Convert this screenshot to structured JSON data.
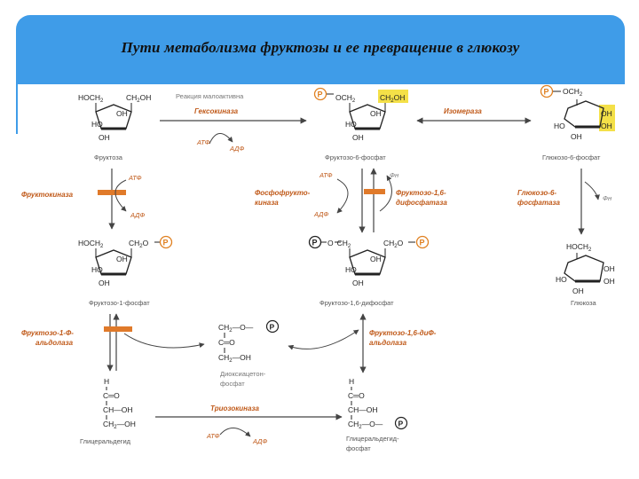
{
  "title": "Пути метаболизма фруктозы и ее превращение в глюкозу",
  "colors": {
    "header": "#3f9ce8",
    "enzyme": "#c05a1a",
    "block": "#e07a2a",
    "highlight": "#f4e048"
  },
  "molecules": {
    "fructose": {
      "caption": "Фруктоза",
      "g1": "HOCH",
      "g1s": "2",
      "g6": "CH",
      "g6s": "2",
      "g6t": "OH",
      "oh_a": "OH",
      "ho": "HO",
      "oh_b": "OH"
    },
    "f6p": {
      "caption": "Фруктозо-6-фосфат",
      "p": "P",
      "g6": "OCH",
      "g6s": "2",
      "g1": "CH",
      "g1s": "2",
      "g1t": "OH",
      "oh_a": "OH",
      "ho": "HO",
      "oh_b": "OH"
    },
    "g6p": {
      "caption": "Глюкозо-6-фосфат",
      "p": "P",
      "g": "OCH",
      "gs": "2",
      "oh1": "OH",
      "oh2": "OH",
      "ho": "HO",
      "oh3": "OH"
    },
    "f1p": {
      "caption": "Фруктозо-1-фосфат",
      "g6": "HOCH",
      "g6s": "2",
      "g1": "CH",
      "g1s": "2",
      "g1t": "O",
      "p": "P",
      "oh_a": "OH",
      "ho": "HO",
      "oh_b": "OH"
    },
    "f16bp": {
      "caption": "Фруктозо-1,6-дифосфат",
      "p1": "P",
      "g6a": "O",
      "g6b": "CH",
      "g6s": "2",
      "g1": "CH",
      "g1s": "2",
      "g1t": "O",
      "p2": "P",
      "oh_a": "OH",
      "ho": "HO",
      "oh_b": "OH"
    },
    "glucose": {
      "caption": "Глюкоза",
      "g": "HOCH",
      "gs": "2",
      "oh1": "OH",
      "oh2": "OH",
      "ho": "HO",
      "oh3": "OH"
    },
    "dhap": {
      "caption1": "Диоксиацетон-",
      "caption2": "фосфат",
      "l1": "CH",
      "l1s": "2",
      "l1t": "O",
      "p": "P",
      "l2": "C═O",
      "l3": "CH",
      "l3s": "2",
      "l3t": "OH"
    },
    "glyceraldehyde": {
      "caption": "Глицеральдегид",
      "h": "H",
      "l1": "C═O",
      "l2": "CH—OH",
      "l3": "CH",
      "l3s": "2",
      "l3t": "OH"
    },
    "ga3p": {
      "caption1": "Глицеральдегид-",
      "caption2": "фосфат",
      "h": "H",
      "l1": "C═O",
      "l2": "CH—OH",
      "l3": "CH",
      "l3s": "2",
      "l3t": "O",
      "p": "P"
    }
  },
  "labels": {
    "low_activity": "Реакция малоактивна",
    "hexokinase": "Гексокиназа",
    "hex_atp": "АТФ",
    "hex_adp": "АДФ",
    "isomerase": "Изомераза",
    "fructokinase": "Фруктокиназа",
    "fk_atp": "АТФ",
    "fk_adp": "АДФ",
    "pfk1": "Фосфофрукто-",
    "pfk2": "киназа",
    "pfk_atp": "АТФ",
    "pfk_adp": "АДФ",
    "fbp1": "Фруктозо-1,6-",
    "fbp2": "дифосфатаза",
    "fbp_pn": "Фн",
    "g6pase1": "Глюкозо-6-",
    "g6pase2": "фосфатаза",
    "g6p_pn": "Фн",
    "ald1_1": "Фруктозо-1-Ф-",
    "ald1_2": "альдолаза",
    "ald2_1": "Фруктозо-1,6-диФ-",
    "ald2_2": "альдолаза",
    "triokinase": "Триозокиназа",
    "tk_atp": "АТФ",
    "tk_adp": "АДФ"
  }
}
